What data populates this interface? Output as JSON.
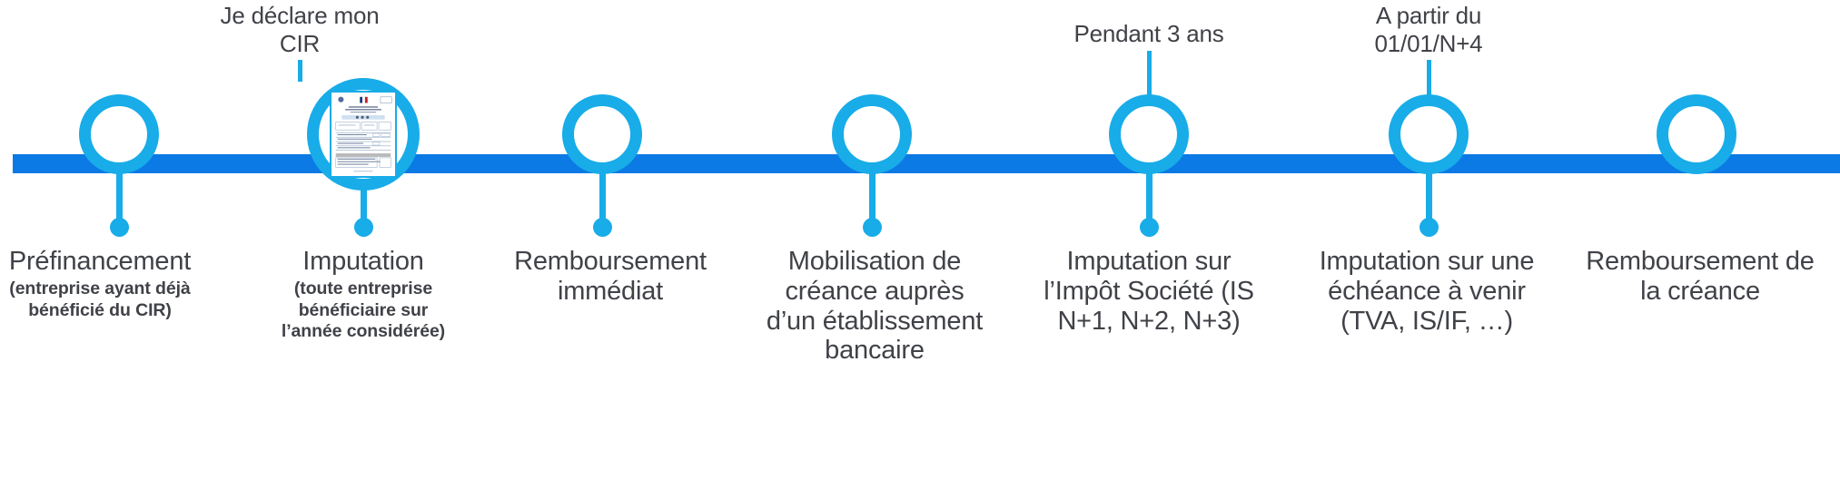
{
  "diagram": {
    "title_text_color": "#404248",
    "colors": {
      "bar_blue": "#0b7ae5",
      "ring_blue": "#18ace8",
      "node_fill": "#ffffff",
      "text": "#404248"
    },
    "top_labels": [
      {
        "id": "declare-cir",
        "line1": "Je déclare mon",
        "line2": "CIR",
        "node_index": 2
      },
      {
        "id": "pendant-3-ans",
        "line1": "Pendant 3 ans",
        "line2": "",
        "node_index": 5
      },
      {
        "id": "a-partir-du",
        "line1": "A partir du",
        "line2": "01/01/N+4",
        "node_index": 6
      }
    ],
    "steps": [
      {
        "index": 1,
        "title": "Préfinancement",
        "sub_lines": [
          "(entreprise ayant déjà",
          "bénéficié du CIR)"
        ],
        "has_document": false
      },
      {
        "index": 2,
        "title": "Imputation",
        "sub_lines": [
          "(toute entreprise",
          "bénéficiaire sur",
          "l’année considérée)"
        ],
        "has_document": true,
        "document_name": "cerfa-cir-form"
      },
      {
        "index": 3,
        "title": "Remboursement immédiat",
        "sub_lines": [],
        "has_document": false
      },
      {
        "index": 4,
        "title": "Mobilisation de créance auprès d’un établissement bancaire",
        "sub_lines": [],
        "has_document": false
      },
      {
        "index": 5,
        "title": "Imputation sur l’Impôt Société (IS N+1, N+2, N+3)",
        "sub_lines": [],
        "has_document": false
      },
      {
        "index": 6,
        "title": "Imputation sur une échéance à venir (TVA, IS/IF, …)",
        "sub_lines": [],
        "has_document": false
      },
      {
        "index": 7,
        "title": "Remboursement de la créance",
        "sub_lines": [],
        "has_document": false
      }
    ]
  }
}
